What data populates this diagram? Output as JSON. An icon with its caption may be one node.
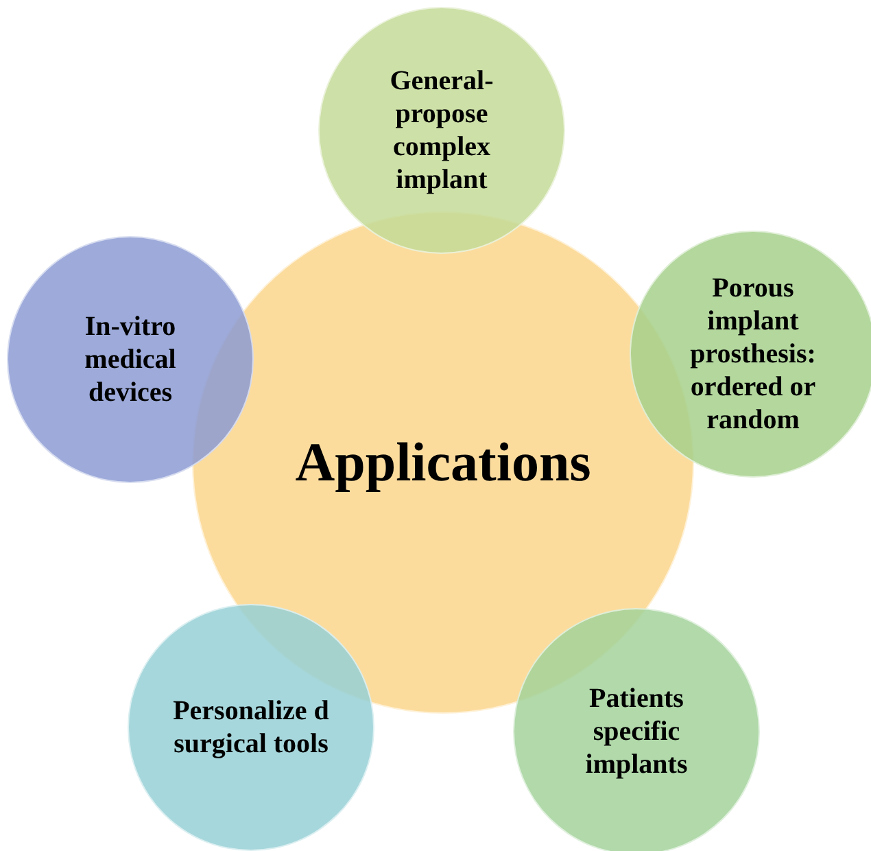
{
  "diagram": {
    "nodes": [
      {
        "text": [
          "Applications"
        ]
      },
      {
        "text": [
          "General- propose complex implant"
        ]
      },
      {
        "text": [
          "In-vitro medical devices"
        ]
      },
      {
        "text": [
          "Porous implant prosthesis: ordered or random"
        ]
      },
      {
        "text": [
          "Personalize d surgical tools"
        ]
      },
      {
        "text": [
          "Patients specific implants"
        ]
      }
    ]
  }
}
